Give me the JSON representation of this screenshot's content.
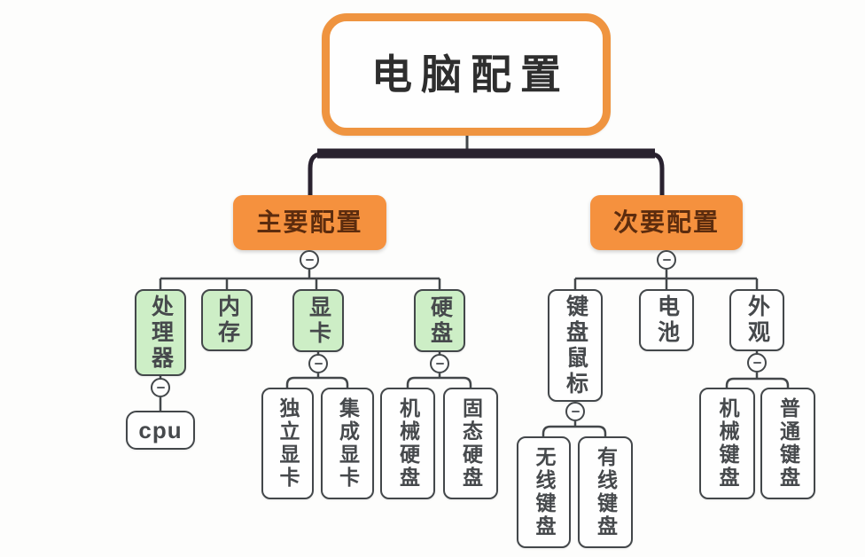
{
  "mindmap": {
    "root": {
      "label": "电脑配置"
    },
    "branches": [
      {
        "label": "主要配置",
        "children": [
          {
            "label": "处理器",
            "children": [
              {
                "label": "cpu"
              }
            ]
          },
          {
            "label": "内存",
            "children": []
          },
          {
            "label": "显卡",
            "children": [
              {
                "label": "独立显卡"
              },
              {
                "label": "集成显卡"
              }
            ]
          },
          {
            "label": "硬盘",
            "children": [
              {
                "label": "机械硬盘"
              },
              {
                "label": "固态硬盘"
              }
            ]
          }
        ]
      },
      {
        "label": "次要配置",
        "children": [
          {
            "label": "键盘鼠标",
            "children": [
              {
                "label": "无线键盘"
              },
              {
                "label": "有线键盘"
              }
            ]
          },
          {
            "label": "电池",
            "children": []
          },
          {
            "label": "外观",
            "children": [
              {
                "label": "机械键盘"
              },
              {
                "label": "普通键盘"
              }
            ]
          }
        ]
      }
    ],
    "colors": {
      "root_border_orange": "#ef9440",
      "branch_fill_orange": "#f5913e",
      "branch_text_brown": "#5c2c0e",
      "leaf_fill_green": "#cdeec6",
      "line_gray": "#43474a",
      "trunk_dark": "#29222f",
      "node_text": "#46494c",
      "background": "#fdfdfc"
    },
    "icons": {
      "collapse_toggle": "minus"
    }
  }
}
